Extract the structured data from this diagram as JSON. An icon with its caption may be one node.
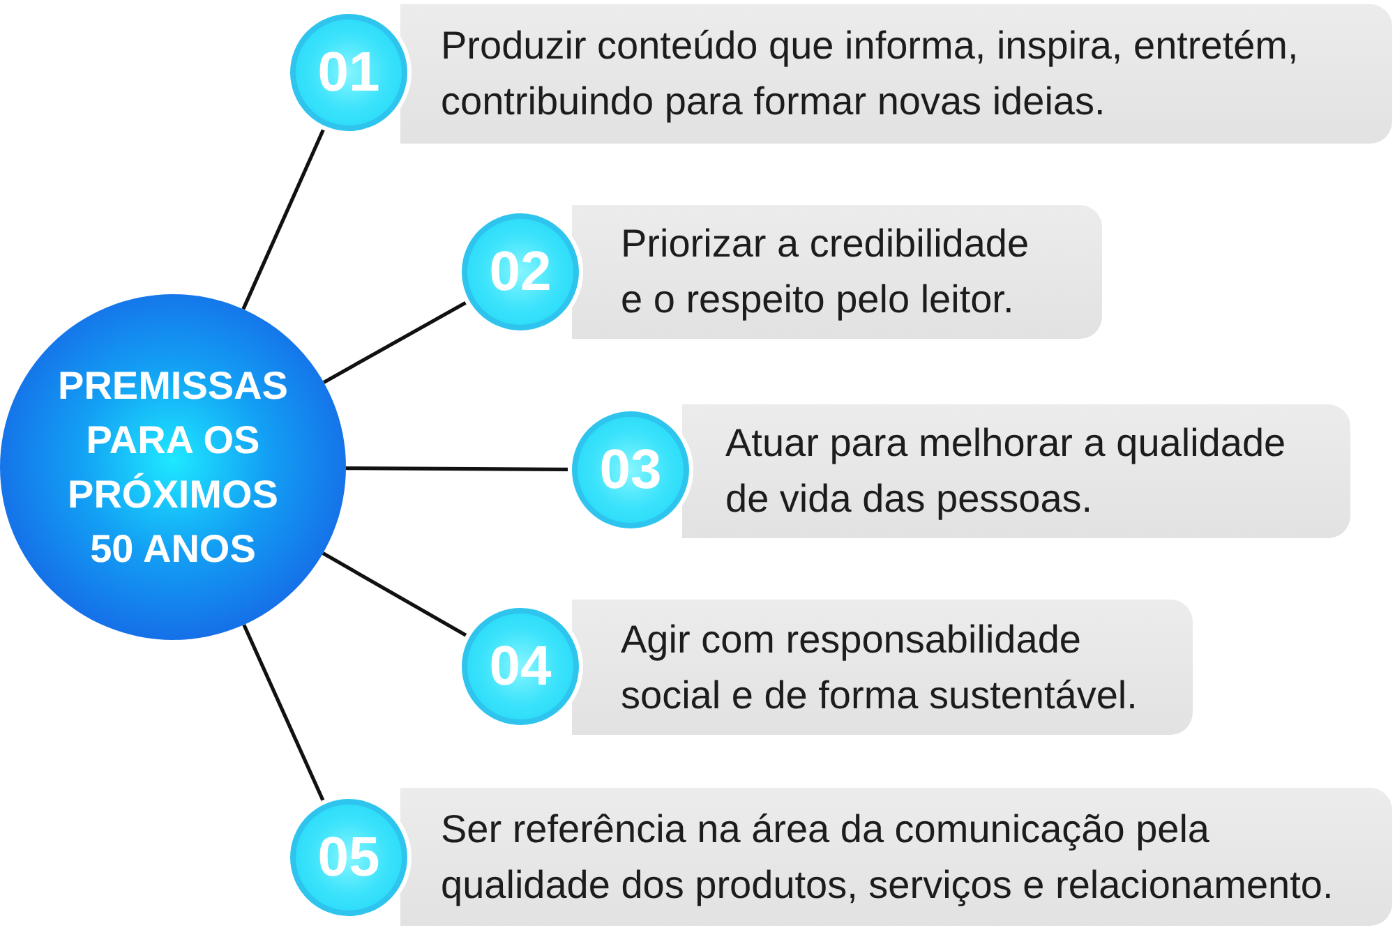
{
  "diagram": {
    "nodes": [
      {
        "text": [
          "PREMISSAS PARA OS PRÓXIMOS 50 ANOS"
        ]
      },
      {
        "text": [
          "01"
        ]
      },
      {
        "text": [
          "Produzir conteúdo que informa, inspira, entretém, contribuindo para formar novas ideias."
        ]
      },
      {
        "text": [
          "02"
        ]
      },
      {
        "text": [
          "Priorizar a credibilidade e o respeito pelo leitor."
        ]
      },
      {
        "text": [
          "03"
        ]
      },
      {
        "text": [
          "Atuar para melhorar a qualidade de vida das pessoas."
        ]
      },
      {
        "text": [
          "04"
        ]
      },
      {
        "text": [
          "Agir com responsabilidade social e de forma sustentável."
        ]
      },
      {
        "text": [
          "05"
        ]
      },
      {
        "text": [
          "Ser referência na área da comunicação pela qualidade dos produtos, serviços e relacionamento."
        ]
      }
    ],
    "edges": [
      {
        "from": 0,
        "to": 1,
        "arrow": "none"
      },
      {
        "from": 0,
        "to": 3,
        "arrow": "none"
      },
      {
        "from": 0,
        "to": 5,
        "arrow": "none"
      },
      {
        "from": 0,
        "to": 7,
        "arrow": "none"
      },
      {
        "from": 0,
        "to": 9,
        "arrow": "none"
      }
    ]
  }
}
